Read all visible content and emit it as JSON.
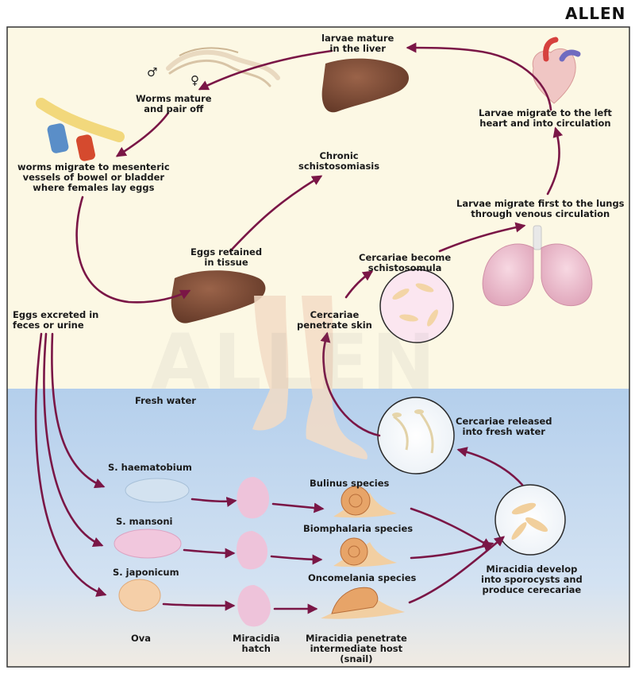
{
  "brand": "ALLEN",
  "watermark": "ALLEN",
  "symbols": {
    "male": "♂",
    "female": "♀"
  },
  "labels": {
    "larvae_liver": [
      "larvae mature",
      "in the liver"
    ],
    "worms_mature": [
      "Worms mature",
      "and pair off"
    ],
    "worms_migrate": [
      "worms migrate to mesenteric",
      "vessels of bowel or bladder",
      "where females lay eggs"
    ],
    "chronic": [
      "Chronic",
      "schistosomiasis"
    ],
    "left_heart": [
      "Larvae migrate to the left",
      "heart and into circulation"
    ],
    "lungs": [
      "Larvae migrate first to the lungs",
      "through venous circulation"
    ],
    "eggs_retained": [
      "Eggs retained",
      "in tissue"
    ],
    "cercariae_become": [
      "Cercariae become",
      "schistosomula"
    ],
    "eggs_excreted": [
      "Eggs excreted in",
      "feces or urine"
    ],
    "cercariae_penetrate": [
      "Cercariae",
      "penetrate skin"
    ],
    "fresh_water": "Fresh water",
    "cercariae_released": [
      "Cercariae released",
      "into fresh water"
    ],
    "s_haematobium": "S. haematobium",
    "bulinus": "Bulinus species",
    "s_mansoni": "S. mansoni",
    "biomphalaria": "Biomphalaria species",
    "s_japonicum": "S. japonicum",
    "oncomelania": "Oncomelania species",
    "miracidia_develop": [
      "Miracidia develop",
      "into sporocysts and",
      "produce cerecariae"
    ],
    "ova": "Ova",
    "miracidia_hatch": [
      "Miracidia",
      "hatch"
    ],
    "miracidia_penetrate": [
      "Miracidia penetrate",
      "intermediate host",
      "(snail)"
    ]
  },
  "colors": {
    "arrow": "#7a1646",
    "land_bg": "#fcf8e4",
    "water_bg": "#bfd6ee",
    "liver": "#7d4a36",
    "lung": "#eec0cf",
    "skin": "#f3dcc6",
    "egg_haematobium": "#d3e2f0",
    "egg_mansoni": "#f1c7dd",
    "egg_japonicum": "#f5cfa8",
    "miracidia": "#eec3da",
    "snail": "#e7a468"
  }
}
